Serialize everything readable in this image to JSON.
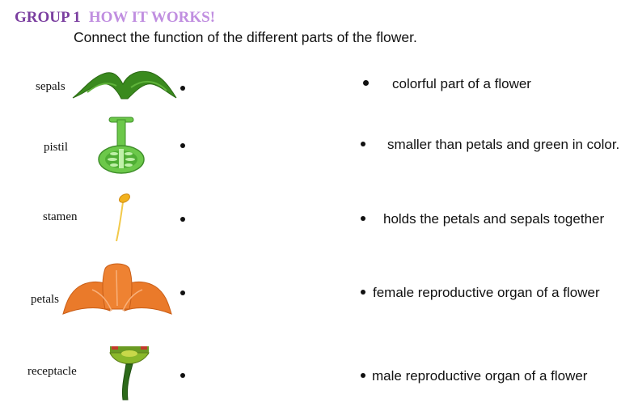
{
  "header": {
    "group": "GROUP 1",
    "section": "HOW IT WORKS!",
    "instruction": "Connect the function of the different parts of the flower."
  },
  "parts": [
    {
      "label": "sepals",
      "icon": "sepals-illustration"
    },
    {
      "label": "pistil",
      "icon": "pistil-illustration"
    },
    {
      "label": "stamen",
      "icon": "stamen-illustration"
    },
    {
      "label": "petals",
      "icon": "petals-illustration"
    },
    {
      "label": "receptacle",
      "icon": "receptacle-illustration"
    }
  ],
  "functions": [
    "colorful part of a flower",
    "smaller than petals and green in color.",
    "holds the petals and sepals together",
    "female reproductive organ of a flower",
    "male reproductive organ of a flower"
  ],
  "colors": {
    "group": "#7b3fa0",
    "section": "#c08ee0",
    "sepal_green": "#3a8a1e",
    "pistil_green": "#6cc84a",
    "stamen_yellow": "#f2b21e",
    "petal_orange": "#ea7a2a"
  }
}
